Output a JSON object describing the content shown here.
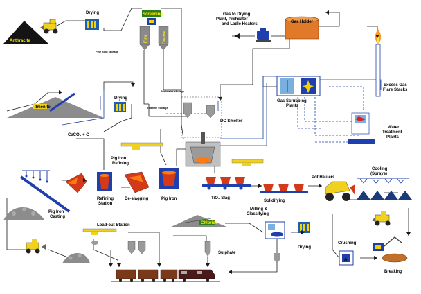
{
  "labels": {
    "drying_top": "Drying",
    "screening": "Screening",
    "fine": "Fine",
    "coarse": "Coarse",
    "anthracite": "Anthracite",
    "fine_coarse_small": "Fine cold storage",
    "gas_to_drying": "Gas to Drying",
    "plant_preheater": "Plant, Preheater",
    "ladle_heaters": "and Ladle Heaters",
    "gas_holder": "Gas Holder",
    "excess_gas": "Excess Gas",
    "flare_stacks": "Flare Stacks",
    "ilmenite": "Ilmenite",
    "drying_mid": "Drying",
    "preheat_small": "Preheater storage",
    "ilmenite_small": "Ilmenite storage",
    "dc_smelter": "DC Smelter",
    "gas_scrubbing_1": "Gas Scrubbing",
    "gas_scrubbing_2": "Plants",
    "water_treatment_1": "Water",
    "water_treatment_2": "Treatment",
    "water_treatment_3": "Plants",
    "caco3": "CaCO₃ + C",
    "pig_iron_refining_1": "Pig Iron",
    "pig_iron_refining_2": "Refining",
    "refining_station_1": "Refining",
    "refining_station_2": "Station",
    "de_slagging": "De-slagging",
    "pig_iron": "Pig Iron",
    "tio2_slag": "TiO₂ Slag",
    "solidifying": "Solidifying",
    "pot_haulers": "Pot Haulers",
    "cooling_1": "Cooling",
    "cooling_2": "(Sprays)",
    "pig_iron_casting_1": "Pig Iron",
    "pig_iron_casting_2": "Casting",
    "load_out_station": "Load-out Station",
    "chloride": "Chloride",
    "sulphate": "Sulphate",
    "milling_1": "Milling &",
    "milling_2": "Classifying",
    "drying_bottom": "Drying",
    "crushing": "Crushing",
    "breaking": "Breaking"
  },
  "colors": {
    "flow_line": "#1a1a1a",
    "control_line": "#1f3f9f",
    "gas_holder": "#e07a28",
    "steel_blue": "#1f3fae",
    "pot_red": "#d23a1a",
    "molten": "#ff7a10",
    "vehicle_yellow": "#f0d21e",
    "silo_grey": "#8a8a8a",
    "pile_grey": "#8c8c8c",
    "sign_green": "#2e7d1f",
    "flame": "#ff9a20"
  },
  "icons": [
    "front-loader-icon",
    "dryer-icon",
    "silo-icon",
    "pump-icon",
    "flare-icon",
    "conveyor-icon",
    "smelter-icon",
    "ladle-icon",
    "crane-icon",
    "slag-pot-icon",
    "haul-truck-icon",
    "train-icon",
    "crusher-icon",
    "screen-icon"
  ]
}
